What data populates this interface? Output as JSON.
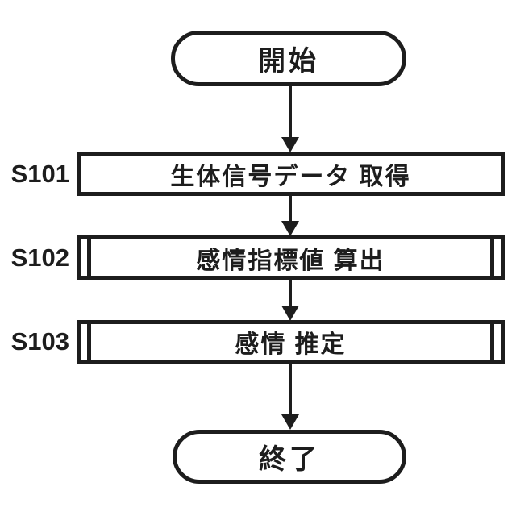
{
  "diagram": {
    "title": "emotion-estimation-flowchart",
    "colors": {
      "line": "#1d1d1d",
      "background": "#ffffff"
    },
    "start": {
      "label": "開始"
    },
    "end": {
      "label": "終了"
    },
    "steps": [
      {
        "id": "S101",
        "label": "生体信号データ 取得",
        "type": "process"
      },
      {
        "id": "S102",
        "label": "感情指標値 算出",
        "type": "subroutine"
      },
      {
        "id": "S103",
        "label": "感情 推定",
        "type": "subroutine"
      }
    ]
  }
}
